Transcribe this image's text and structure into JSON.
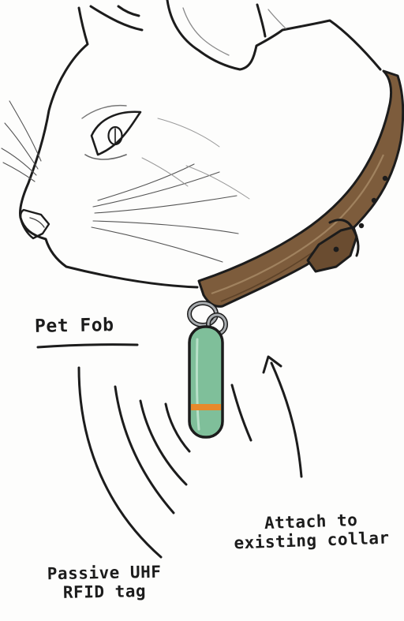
{
  "title": "Pet Fob",
  "callouts": {
    "attach_line1": "Attach to",
    "attach_line2": "existing collar",
    "rfid_line1": "Passive UHF",
    "rfid_line2": "RFID tag"
  },
  "colors": {
    "ink": "#1c1c1c",
    "collar": "#7d5c3c",
    "fob": "#7fbf9a",
    "fob_band": "#e8892b",
    "ring": "#a8acaf"
  }
}
